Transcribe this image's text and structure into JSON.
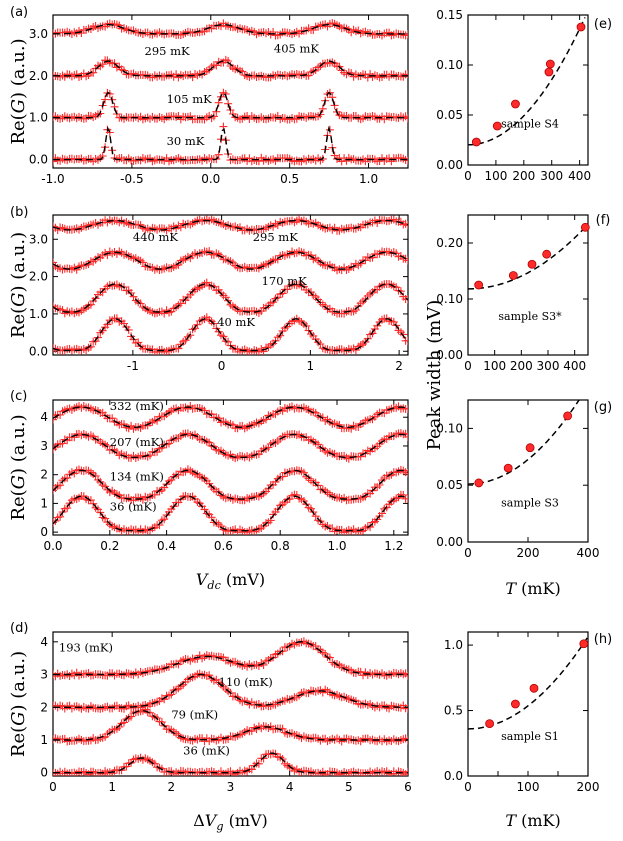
{
  "chart_data": [
    {
      "id": "a",
      "panel_label": "(a)",
      "type": "line",
      "xlim": [
        -1.0,
        1.25
      ],
      "ylim": [
        -0.2,
        3.45
      ],
      "xticks": [
        -1.0,
        -0.5,
        0.0,
        0.5,
        1.0
      ],
      "xtick_labels": [
        "-1.0",
        "-0.5",
        "0.0",
        "0.5",
        "1.0"
      ],
      "yticks": [
        0,
        1,
        2,
        3
      ],
      "ytick_labels": [
        "0.0",
        "1.0",
        "2.0",
        "3.0"
      ],
      "ylabel": "Re(G) (a.u.)",
      "xlabel": "",
      "peaks": [
        -0.65,
        0.08,
        0.75
      ],
      "series": [
        {
          "name": "30 mK",
          "offset": 0,
          "amp": 0.75,
          "width": 0.022,
          "label_x": -0.28,
          "label_y": 0.35
        },
        {
          "name": "105 mK",
          "offset": 1,
          "amp": 0.6,
          "width": 0.04,
          "label_x": -0.28,
          "label_y": 1.35
        },
        {
          "name": "295 mK",
          "offset": 2,
          "amp": 0.35,
          "width": 0.09,
          "label_x": -0.42,
          "label_y": 2.5
        },
        {
          "name": "405 mK",
          "offset": 3,
          "amp": 0.22,
          "width": 0.14,
          "label_x": 0.4,
          "label_y": 2.55
        }
      ]
    },
    {
      "id": "b",
      "panel_label": "(b)",
      "type": "line",
      "xlim": [
        -1.9,
        2.1
      ],
      "ylim": [
        -0.1,
        3.65
      ],
      "xticks": [
        -1,
        0,
        1,
        2
      ],
      "xtick_labels": [
        "-1",
        "0",
        "1",
        "2"
      ],
      "yticks": [
        0,
        1,
        2,
        3
      ],
      "ytick_labels": [
        "0.0",
        "1.0",
        "2.0",
        "3.0"
      ],
      "ylabel": "Re(G) (a.u.)",
      "xlabel": "",
      "period": 1.02,
      "phase": -1.2,
      "series": [
        {
          "name": "40 mK",
          "offset": 0.02,
          "amp": 0.85,
          "sharp": 2.2,
          "label_x": -0.05,
          "label_y": 0.68
        },
        {
          "name": "170 mK",
          "offset": 1.05,
          "amp": 0.75,
          "sharp": 1.4,
          "label_x": 0.45,
          "label_y": 1.78
        },
        {
          "name": "295 mK",
          "offset": 2.2,
          "amp": 0.45,
          "sharp": 1.0,
          "label_x": 0.35,
          "label_y": 2.95
        },
        {
          "name": "440 mK",
          "offset": 3.25,
          "amp": 0.25,
          "sharp": 1.0,
          "label_x": -1.0,
          "label_y": 2.95
        }
      ]
    },
    {
      "id": "c",
      "panel_label": "(c)",
      "type": "line",
      "xlim": [
        0.0,
        1.25
      ],
      "ylim": [
        -0.1,
        4.6
      ],
      "xticks": [
        0.0,
        0.2,
        0.4,
        0.6,
        0.8,
        1.0,
        1.2
      ],
      "xtick_labels": [
        "0.0",
        "0.2",
        "0.4",
        "0.6",
        "0.8",
        "1.0",
        "1.2"
      ],
      "yticks": [
        0,
        1,
        2,
        3,
        4
      ],
      "ytick_labels": [
        "0",
        "1",
        "2",
        "3",
        "4"
      ],
      "ylabel": "Re(G) (a.u.)",
      "xlabel": "V_dc (mV)",
      "period": 0.375,
      "phase": 0.1,
      "series": [
        {
          "name": "36 (mK)",
          "offset": 0.05,
          "amp": 1.2,
          "sharp": 2.0,
          "label_x": 0.2,
          "label_y": 0.75
        },
        {
          "name": "134 (mK)",
          "offset": 1.15,
          "amp": 1.0,
          "sharp": 1.5,
          "label_x": 0.2,
          "label_y": 1.8
        },
        {
          "name": "207 (mK)",
          "offset": 2.6,
          "amp": 0.8,
          "sharp": 1.2,
          "label_x": 0.2,
          "label_y": 3.0
        },
        {
          "name": "332 (mK)",
          "offset": 3.65,
          "amp": 0.7,
          "sharp": 1.0,
          "label_x": 0.2,
          "label_y": 4.25
        }
      ]
    },
    {
      "id": "d",
      "panel_label": "(d)",
      "type": "line",
      "xlim": [
        0,
        6
      ],
      "ylim": [
        -0.1,
        4.3
      ],
      "xticks": [
        0,
        1,
        2,
        3,
        4,
        5,
        6
      ],
      "xtick_labels": [
        "0",
        "1",
        "2",
        "3",
        "4",
        "5",
        "6"
      ],
      "yticks": [
        0,
        1,
        2,
        3,
        4
      ],
      "ytick_labels": [
        "0",
        "1",
        "2",
        "3",
        "4"
      ],
      "ylabel": "Re(G) (a.u.)",
      "xlabel": "ΔV_g (mV)",
      "series": [
        {
          "name": "36 (mK)",
          "offset": 0.0,
          "peaks": [
            [
              1.5,
              0.45,
              0.28
            ],
            [
              3.7,
              0.6,
              0.28
            ]
          ],
          "label_x": 2.2,
          "label_y": 0.55
        },
        {
          "name": "79 (mK)",
          "offset": 1.0,
          "peaks": [
            [
              1.5,
              0.9,
              0.45
            ],
            [
              3.6,
              0.4,
              0.5
            ]
          ],
          "label_x": 2.0,
          "label_y": 1.65
        },
        {
          "name": "110 (mK)",
          "offset": 2.0,
          "peaks": [
            [
              2.5,
              1.0,
              0.55
            ],
            [
              4.5,
              0.5,
              0.6
            ]
          ],
          "label_x": 2.8,
          "label_y": 2.65
        },
        {
          "name": "193 (mK)",
          "offset": 3.0,
          "peaks": [
            [
              2.6,
              0.55,
              0.7
            ],
            [
              4.2,
              1.0,
              0.55
            ]
          ],
          "label_x": 0.1,
          "label_y": 3.7
        }
      ]
    },
    {
      "id": "e",
      "panel_label": "(e)",
      "type": "scatter",
      "xlim": [
        0,
        430
      ],
      "ylim": [
        0.0,
        0.15
      ],
      "xticks": [
        0,
        100,
        200,
        300,
        400
      ],
      "xtick_labels": [
        "0",
        "100",
        "200",
        "300",
        "400"
      ],
      "yticks": [
        0.0,
        0.05,
        0.1,
        0.15
      ],
      "ytick_labels": [
        "0.00",
        "0.05",
        "0.10",
        "0.15"
      ],
      "xlabel": "",
      "ylabel": "",
      "sample": "sample S4",
      "points": [
        [
          30,
          0.023
        ],
        [
          105,
          0.039
        ],
        [
          170,
          0.061
        ],
        [
          290,
          0.093
        ],
        [
          295,
          0.101
        ],
        [
          405,
          0.138
        ]
      ],
      "fit": {
        "a": 0.0202,
        "b": 7.25e-07
      }
    },
    {
      "id": "f",
      "panel_label": "(f)",
      "type": "scatter",
      "xlim": [
        0,
        450
      ],
      "ylim": [
        0.0,
        0.25
      ],
      "xticks": [
        0,
        100,
        200,
        300,
        400
      ],
      "xtick_labels": [
        "0",
        "100",
        "200",
        "300",
        "400"
      ],
      "yticks": [
        0.0,
        0.1,
        0.2
      ],
      "ytick_labels": [
        "0.00",
        "0.10",
        "0.20"
      ],
      "xlabel": "",
      "ylabel": "Peak width (mV)",
      "sample": "sample S3*",
      "points": [
        [
          40,
          0.125
        ],
        [
          170,
          0.142
        ],
        [
          240,
          0.162
        ],
        [
          295,
          0.18
        ],
        [
          440,
          0.228
        ]
      ],
      "fit": {
        "a": 0.118,
        "b": 5.7e-07
      }
    },
    {
      "id": "g",
      "panel_label": "(g)",
      "type": "scatter",
      "xlim": [
        0,
        400
      ],
      "ylim": [
        0.0,
        0.125
      ],
      "xticks": [
        0,
        200,
        400
      ],
      "xtick_labels": [
        "0",
        "200",
        "400"
      ],
      "yticks": [
        0.0,
        0.05,
        0.1
      ],
      "ytick_labels": [
        "0.00",
        "0.05",
        "0.10"
      ],
      "xlabel": "T (mK)",
      "ylabel": "",
      "sample": "sample S3",
      "points": [
        [
          36,
          0.052
        ],
        [
          134,
          0.065
        ],
        [
          207,
          0.083
        ],
        [
          332,
          0.111
        ]
      ],
      "fit": {
        "a": 0.051,
        "b": 5.4e-07
      }
    },
    {
      "id": "h",
      "panel_label": "(h)",
      "type": "scatter",
      "xlim": [
        0,
        200
      ],
      "ylim": [
        0.0,
        1.1
      ],
      "xticks": [
        0,
        50,
        100,
        150,
        200
      ],
      "xtick_labels": [
        "0",
        "",
        "100",
        "",
        "200"
      ],
      "yticks": [
        0.0,
        0.5,
        1.0
      ],
      "ytick_labels": [
        "0.0",
        "0.5",
        "1.0"
      ],
      "xlabel": "T (mK)",
      "ylabel": "",
      "sample": "sample S1",
      "points": [
        [
          36,
          0.4
        ],
        [
          79,
          0.55
        ],
        [
          110,
          0.67
        ],
        [
          193,
          1.01
        ]
      ],
      "fit": {
        "a": 0.36,
        "b": 1.76e-05
      }
    }
  ],
  "colors": {
    "marker": "#ff2a2a",
    "marker_edge": "#b00000",
    "fit": "#000000",
    "inner": "#000000"
  }
}
